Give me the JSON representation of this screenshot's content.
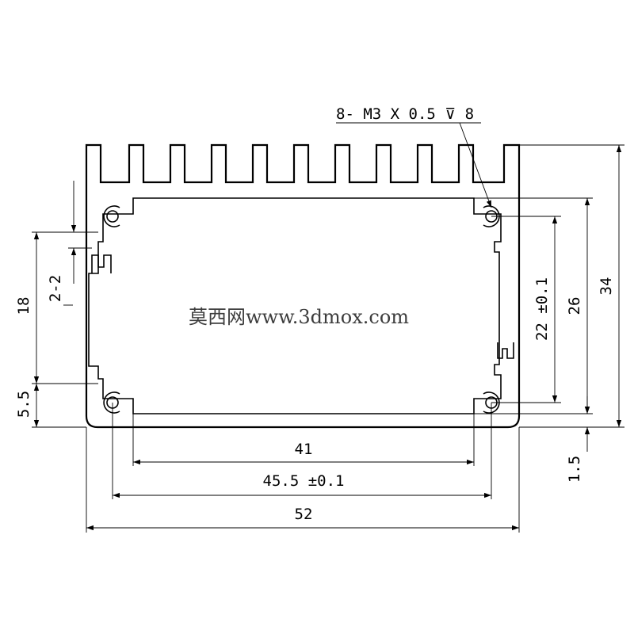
{
  "drawing": {
    "thread_spec": "8- M3 X 0.5",
    "thread_depth_symbol": "⊽",
    "thread_depth": "8",
    "watermark": "莫西网www.3dmox.com",
    "dimensions": {
      "width_inner": "41",
      "hole_spacing_h": "45.5 ±0.1",
      "width_total": "52",
      "height_total": "34",
      "height_inner": "26",
      "hole_spacing_v": "22 ±0.1",
      "slot_height": "18",
      "slot_label": "2-2",
      "bottom_offset": "5.5",
      "base_thickness": "1.5"
    }
  }
}
